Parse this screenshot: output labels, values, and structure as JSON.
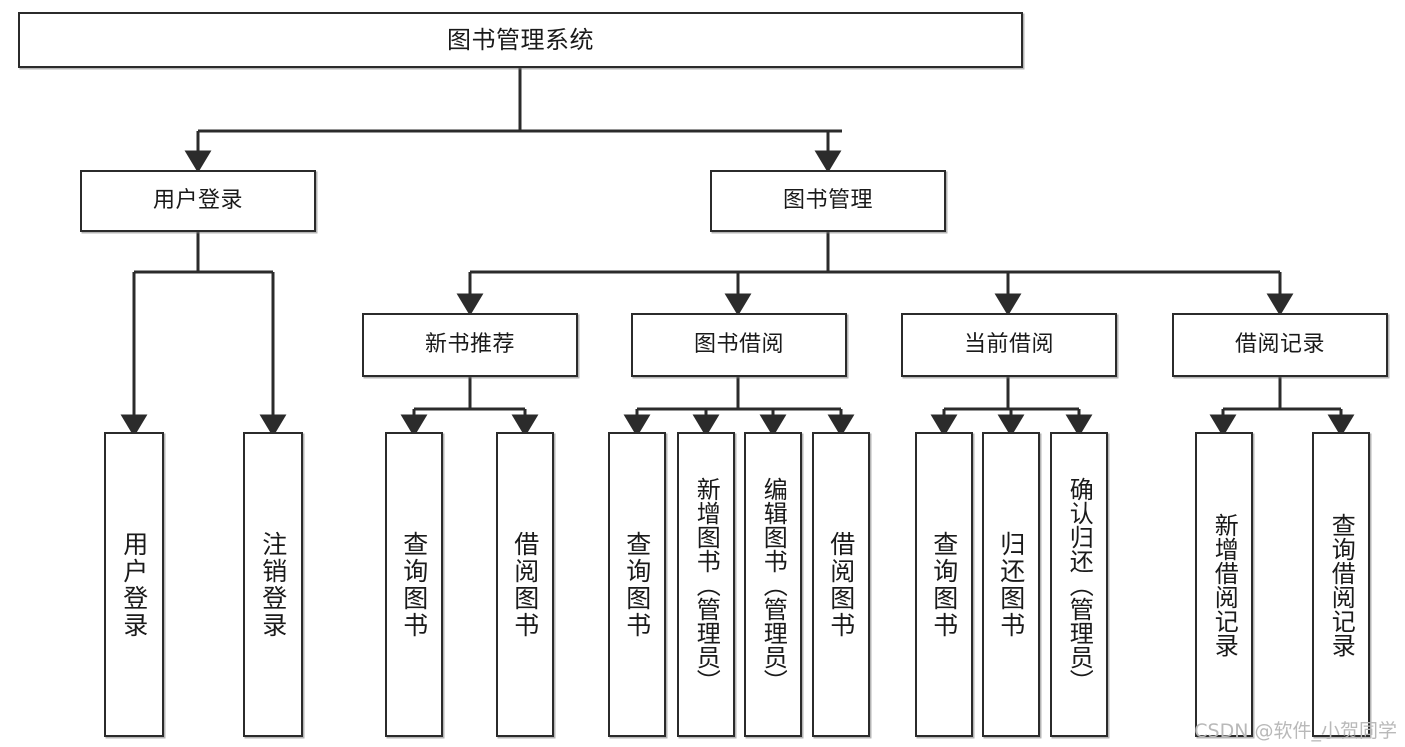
{
  "diagram": {
    "title": "图书管理系统",
    "watermark": "CSDN @软件_小贺同学",
    "type": "tree-hierarchy-diagram",
    "levels": 4,
    "nodes": {
      "root": {
        "label": "图书管理系统"
      },
      "level2": [
        {
          "label": "用户登录"
        },
        {
          "label": "图书管理"
        }
      ],
      "level3": [
        {
          "label": "新书推荐"
        },
        {
          "label": "图书借阅"
        },
        {
          "label": "当前借阅"
        },
        {
          "label": "借阅记录"
        }
      ],
      "leaves": {
        "user_login": [
          {
            "label": "用户登录"
          },
          {
            "label": "注销登录"
          }
        ],
        "new_book_recommend": [
          {
            "label": "查询图书"
          },
          {
            "label": "借阅图书"
          }
        ],
        "book_borrow": [
          {
            "label": "查询图书"
          },
          {
            "label": "新增图书（管理员）"
          },
          {
            "label": "编辑图书（管理员）"
          },
          {
            "label": "借阅图书"
          }
        ],
        "current_borrow": [
          {
            "label": "查询图书"
          },
          {
            "label": "归还图书"
          },
          {
            "label": "确认归还（管理员）"
          }
        ],
        "borrow_record": [
          {
            "label": "新增借阅记录"
          },
          {
            "label": "查询借阅记录"
          }
        ]
      }
    },
    "colors": {
      "border": "#2b2b2b",
      "background": "#ffffff",
      "text": "#1a1a1a",
      "watermark": "#b9b9b9"
    }
  }
}
